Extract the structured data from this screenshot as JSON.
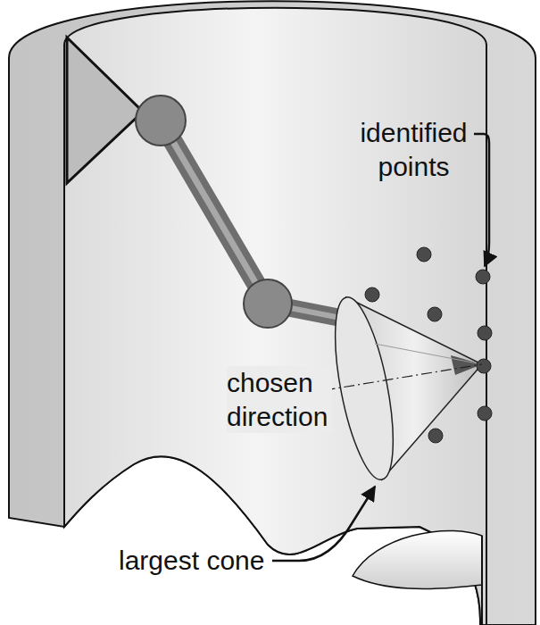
{
  "diagram": {
    "labels": [
      "identified points",
      "chosen direction",
      "largest cone"
    ]
  }
}
